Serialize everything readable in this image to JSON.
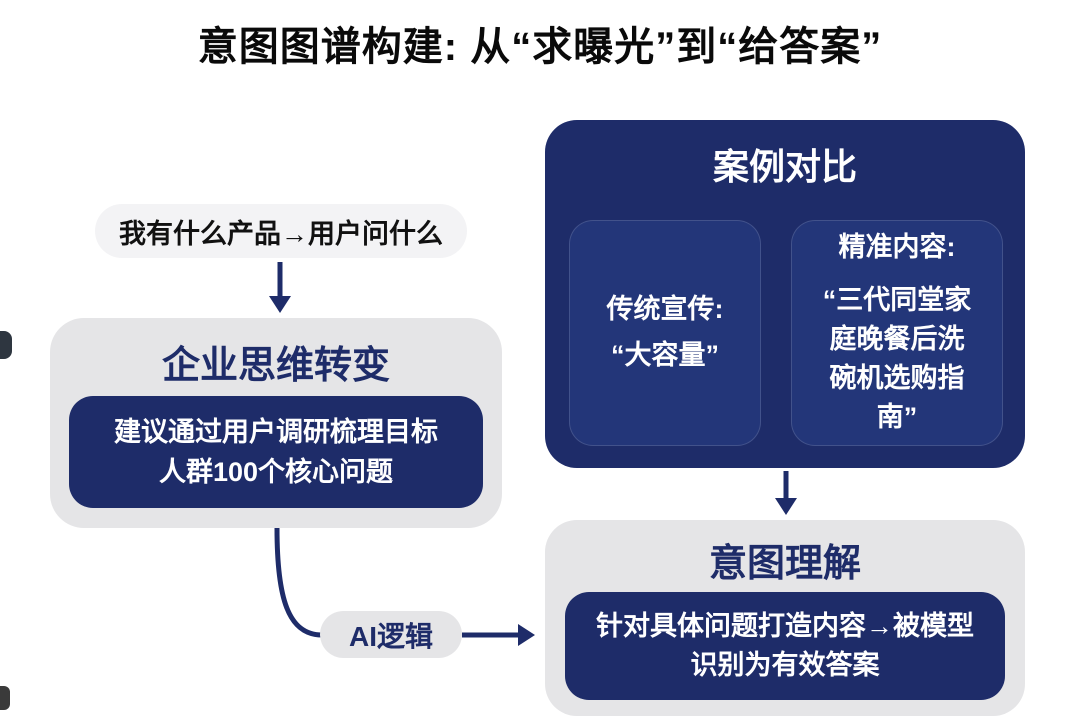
{
  "title": "意图图谱构建: 从“求曝光”到“给答案”",
  "left_flow": {
    "product_pill": "我有什么产品→用户问什么",
    "mindset_box": {
      "title": "企业思维转变",
      "body": "建议通过用户调研梳理目标人群100个核心问题"
    },
    "ai_pill": "AI逻辑"
  },
  "case_box": {
    "title": "案例对比",
    "traditional_card": {
      "heading": "传统宣传:",
      "quote": "“大容量”"
    },
    "precise_card": {
      "heading": "精准内容:",
      "quote": "“三代同堂家庭晚餐后洗碗机选购指南”"
    }
  },
  "intent_box": {
    "title": "意图理解",
    "body": "针对具体问题打造内容→被模型识别为有效答案"
  },
  "colors": {
    "navy": "#1e2c69",
    "panel_gray": "#e5e5e7",
    "pill_gray": "#f3f3f5",
    "title_black": "#0a0a0a",
    "text_white": "#ffffff"
  }
}
